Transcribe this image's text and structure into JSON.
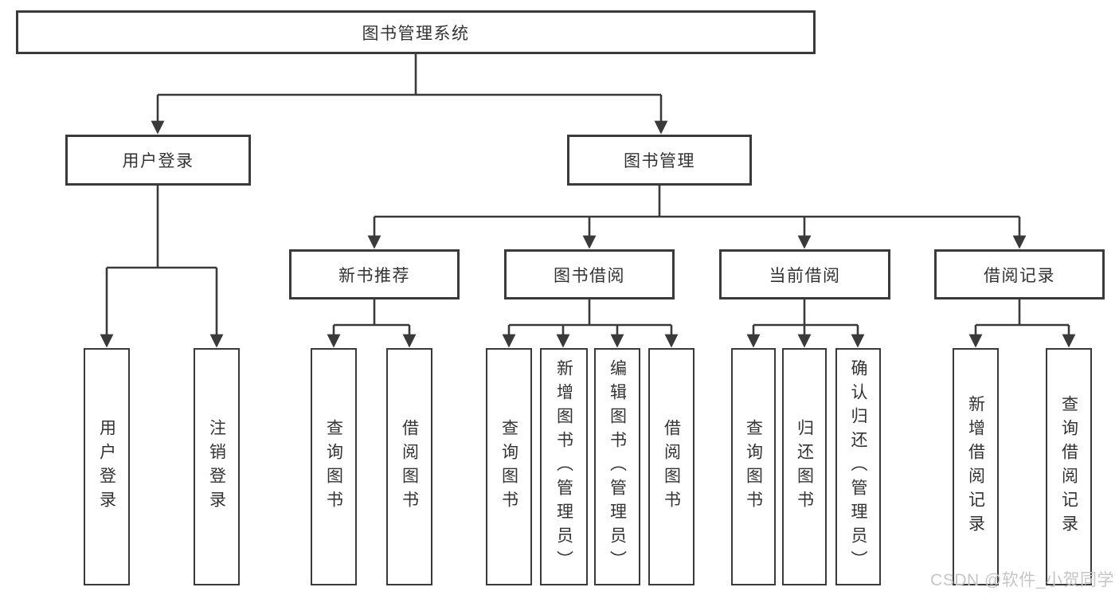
{
  "tree": {
    "label": "图书管理系统",
    "children": [
      {
        "label": "用户登录",
        "children": [
          {
            "label": "用户登录"
          },
          {
            "label": "注销登录"
          }
        ]
      },
      {
        "label": "图书管理",
        "children": [
          {
            "label": "新书推荐",
            "children": [
              {
                "label": "查询图书"
              },
              {
                "label": "借阅图书"
              }
            ]
          },
          {
            "label": "图书借阅",
            "children": [
              {
                "label": "查询图书"
              },
              {
                "label": "新增图书（管理员）"
              },
              {
                "label": "编辑图书（管理员）"
              },
              {
                "label": "借阅图书"
              }
            ]
          },
          {
            "label": "当前借阅",
            "children": [
              {
                "label": "查询图书"
              },
              {
                "label": "归还图书"
              },
              {
                "label": "确认归还（管理员）"
              }
            ]
          },
          {
            "label": "借阅记录",
            "children": [
              {
                "label": "新增借阅记录"
              },
              {
                "label": "查询借阅记录"
              }
            ]
          }
        ]
      }
    ]
  },
  "watermark": {
    "text": "CSDN @软件_小贺同学"
  },
  "colors": {
    "line": "#3a3a3a",
    "box_border": "#3a3a3a",
    "text": "#333333",
    "watermark": "#c6c6c6",
    "background": "#ffffff"
  }
}
